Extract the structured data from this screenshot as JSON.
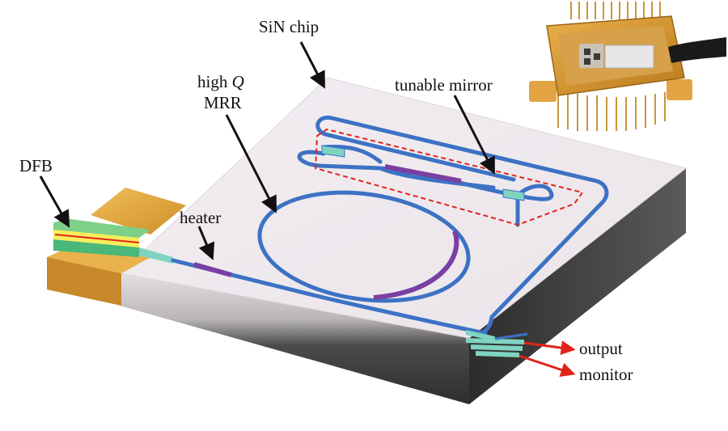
{
  "labels": {
    "sin_chip": "SiN chip",
    "high_q_prefix": "high ",
    "high_q_symbol": "Q",
    "mrr": "MRR",
    "tunable_mirror": "tunable mirror",
    "dfb": "DFB",
    "heater": "heater",
    "output": "output",
    "monitor": "monitor"
  },
  "colors": {
    "waveguide": "#3c72c4",
    "heater_pad": "#7a3fa3",
    "dfb_gold": "#e0a63c",
    "arrow_red": "#e2231a",
    "coupler_teal": "#7fd3c0",
    "chip_top": "#f4eff3",
    "substrate": "#4a4a4a"
  }
}
